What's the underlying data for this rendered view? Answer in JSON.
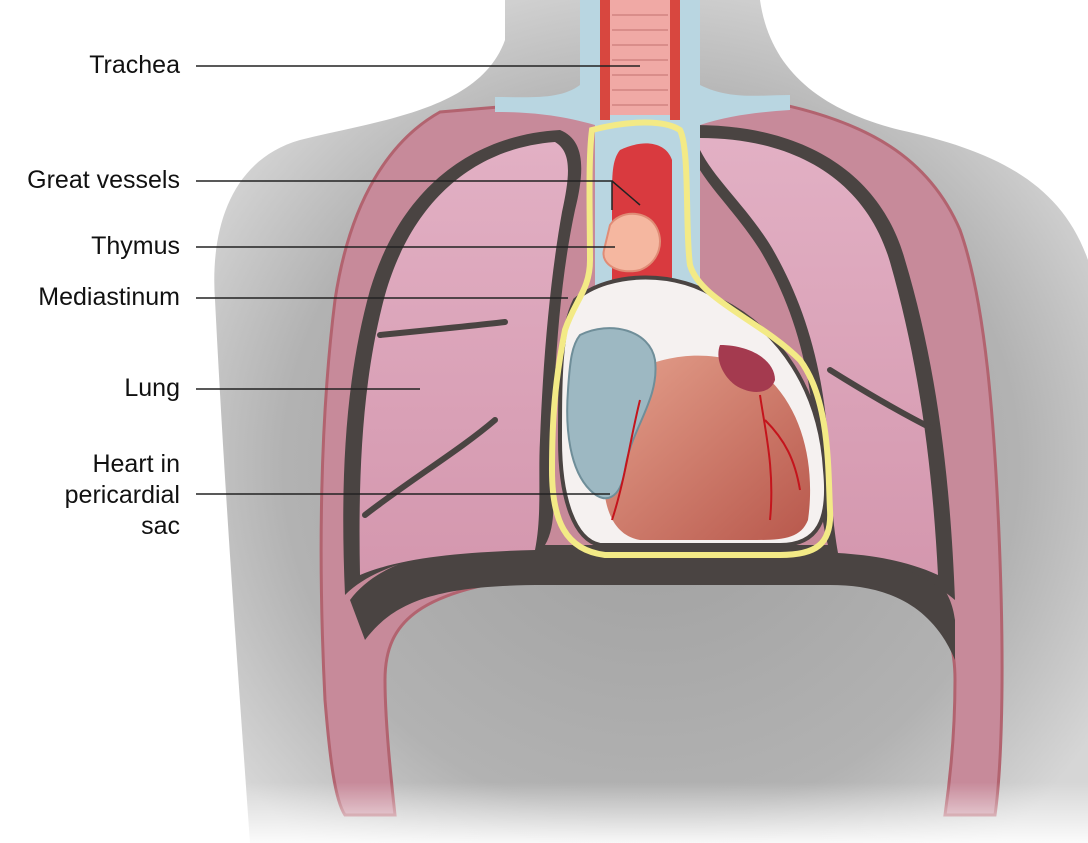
{
  "labels": {
    "trachea": "Trachea",
    "great_vessels": "Great vessels",
    "thymus": "Thymus",
    "mediastinum": "Mediastinum",
    "lung": "Lung",
    "heart_line1": "Heart in",
    "heart_line2": "pericardial",
    "heart_line3": "sac"
  },
  "colors": {
    "skin": "#a9a9a9",
    "lung_fill": "#dca3b9",
    "pleura": "#4a4442",
    "rib": "#e8c9a0",
    "mediastinum_outline": "#f3ea86",
    "airway": "#b9d6e1",
    "aorta": "#d93a3f",
    "heart": "#cf7b6a",
    "thymus": "#f5b7a0",
    "right_atrium": "#9db8c2"
  }
}
